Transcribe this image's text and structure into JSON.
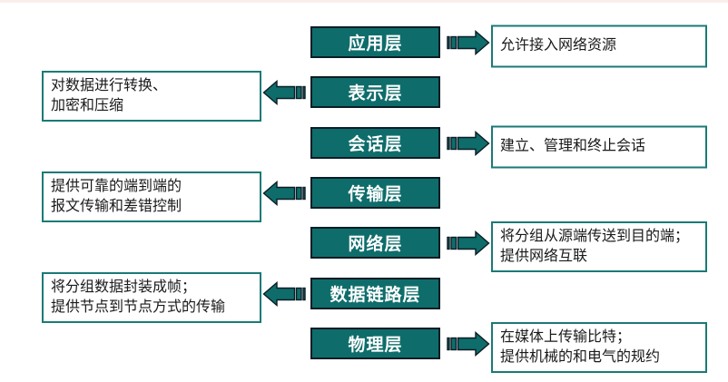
{
  "colors": {
    "background": "#ffffff",
    "top_strip": "#fbeeea",
    "layer_box_fill": "#0e6d6b",
    "layer_box_border": "#0b1d26",
    "layer_label_text": "#ffffff",
    "desc_box_fill": "#ffffff",
    "desc_box_border": "#1a7a76",
    "desc_text": "#1a1a1a",
    "arrow_fill": "#0e6d6b",
    "arrow_outline": "#0b1d26"
  },
  "diagram": {
    "layers": [
      {
        "label": "应用层",
        "side": "right",
        "description": "允许接入网络资源"
      },
      {
        "label": "表示层",
        "side": "left",
        "description": "对数据进行转换、\n加密和压缩"
      },
      {
        "label": "会话层",
        "side": "right",
        "description": "建立、管理和终止会话"
      },
      {
        "label": "传输层",
        "side": "left",
        "description": "提供可靠的端到端的\n报文传输和差错控制"
      },
      {
        "label": "网络层",
        "side": "right",
        "description": "将分组从源端传送到目的端；\n提供网络互联"
      },
      {
        "label": "数据链路层",
        "side": "left",
        "description": "将分组数据封装成帧；\n提供节点到节点方式的传输"
      },
      {
        "label": "物理层",
        "side": "right",
        "description": "在媒体上传输比特；\n提供机械的和电气的规约"
      }
    ]
  }
}
